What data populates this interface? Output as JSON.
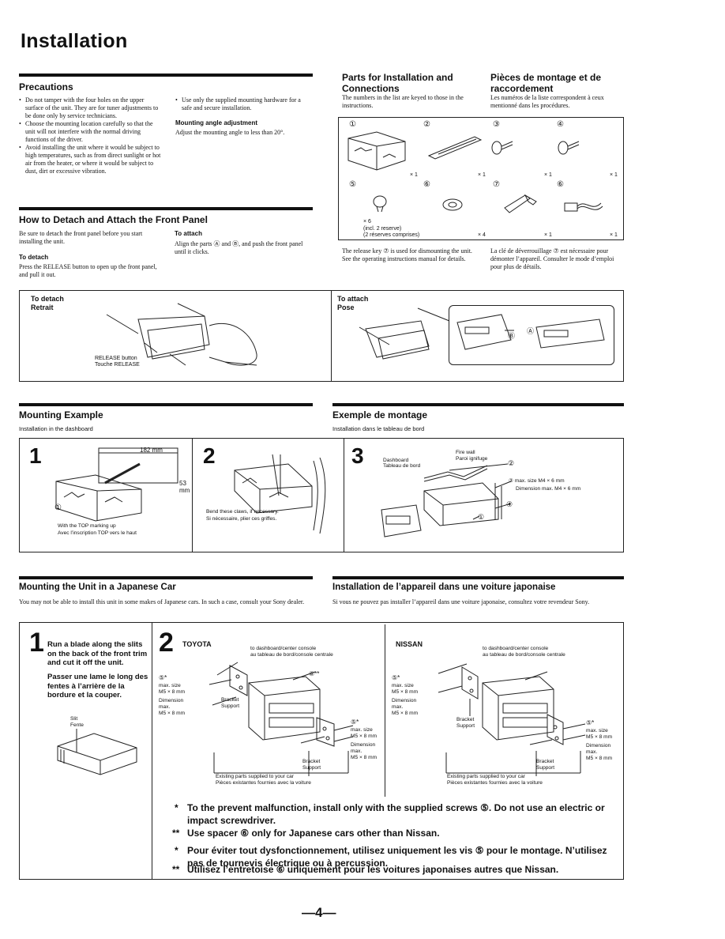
{
  "title": "Installation",
  "precautions": {
    "heading": "Precautions",
    "bullets_left": [
      "Do not tamper with the four holes on the upper surface of the unit. They are for tuner adjustments to be done only by service technicians.",
      "Choose the mounting location carefully so that the unit will not interfere with the normal driving functions of the driver.",
      "Avoid installing the unit where it would be subject to high temperatures, such as from direct sunlight or hot air from the heater, or where it would be subject to dust, dirt or excessive vibration."
    ],
    "bullets_right": [
      "Use only the supplied mounting hardware for a safe and secure installation."
    ],
    "angle_heading": "Mounting angle adjustment",
    "angle_text": "Adjust the mounting angle to less than 20°."
  },
  "parts": {
    "heading_en": "Parts for Installation and Connections",
    "text_en": "The numbers in the list are keyed to those in the instructions.",
    "heading_fr": "Pièces de montage et de raccordement",
    "text_fr": "Les numéros de la liste correspondent à ceux mentionné dans les procédures.",
    "row1_nums": [
      "①",
      "②",
      "③",
      "④"
    ],
    "row1_counts": [
      "× 1",
      "× 1",
      "× 1",
      "× 1"
    ],
    "row2_nums": [
      "⑤",
      "⑥",
      "⑦",
      "⑥"
    ],
    "row2_counts": [
      "× 4",
      "× 1",
      "× 1"
    ],
    "screw_qty": "× 6",
    "screw_incl": "(incl. 2 reserve)",
    "screw_incl_fr": "(2 réserves comprises)",
    "release_en": "The release key ⑦ is used for dismounting the unit. See the operating instructions manual for details.",
    "release_fr": "La clé de déverrouillage ⑦ est nécessaire pour démonter l’appareil. Consulter le mode d’emploi pour plus de détails."
  },
  "front_panel": {
    "heading": "How to Detach and Attach the Front Panel",
    "intro": "Be sure to detach the front panel before you start installing the unit.",
    "detach_heading": "To detach",
    "detach_text": "Press the RELEASE button to open up the front panel, and pull it out.",
    "attach_heading": "To attach",
    "attach_text": "Align the parts Ⓐ and Ⓑ, and push the front panel until it clicks.",
    "box_detach_en": "To detach",
    "box_detach_fr": "Retrait",
    "release_label_en": "RELEASE button",
    "release_label_fr": "Touche RELEASE",
    "box_attach_en": "To attach",
    "box_attach_fr": "Pose",
    "part_a": "Ⓐ",
    "part_b": "Ⓑ"
  },
  "mounting_example": {
    "heading_en": "Mounting Example",
    "sub_en": "Installation in the dashboard",
    "heading_fr": "Exemple de montage",
    "sub_fr": "Installation dans le tableau de bord",
    "step1": "1",
    "dim_w": "182 mm",
    "dim_h": "53 mm",
    "part1": "①",
    "top_mark_en": "With the TOP marking up",
    "top_mark_fr": "Avec l’inscription TOP vers le haut",
    "step2": "2",
    "claws_en": "Bend these claws, if necessary.",
    "claws_fr": "Si nécessaire, plier ces griffes.",
    "step3": "3",
    "dashboard_en": "Dashboard",
    "dashboard_fr": "Tableau de bord",
    "firewall_en": "Fire wall",
    "firewall_fr": "Paroi ignifuge",
    "part2": "②",
    "screw_en": "③ max. size M4 × 6 mm",
    "screw_fr": "Dimension max. M4 × 6 mm",
    "part4": "④",
    "part1b": "①"
  },
  "japanese_car": {
    "heading_en": "Mounting the Unit in a Japanese Car",
    "text_en": "You may not be able to install this unit in some makes of Japanese cars. In such a case, consult your Sony dealer.",
    "heading_fr": "Installation de l’appareil dans une voiture japonaise",
    "text_fr": "Si vous ne pouvez pas installer l’appareil dans une voiture japonaise, consultez votre revendeur Sony.",
    "step1": "1",
    "step1_en": "Run a blade along the slits on the back of the front trim and cut it off the unit.",
    "step1_fr": "Passer une lame le long des fentes à l’arrière de la bordure et la couper.",
    "slit_en": "Slit",
    "slit_fr": "Fente",
    "step2": "2",
    "toyota": "TOYOTA",
    "nissan": "NISSAN",
    "console_en": "to dashboard/center console",
    "console_fr": "au tableau de bord/console centrale",
    "screw_star": "⑤*",
    "screw_dstar": "⑥**",
    "maxsize": "max. size",
    "m5": "M5 × 8 mm",
    "dimension": "Dimension",
    "max": "max.",
    "bracket": "Bracket",
    "support": "Support",
    "existing_en": "Existing parts supplied to your car",
    "existing_fr": "Pièces existantes fournies avec la voiture",
    "note1_en": "To the prevent malfunction, install only with the supplied screws ⑤. Do not use an electric or impact screwdriver.",
    "note2_en": "Use spacer ⑥ only for Japanese cars other than Nissan.",
    "note1_fr": "Pour éviter tout dysfonctionnement, utilisez uniquement les vis ⑤ pour le montage. N’utilisez pas de tournevis électrique ou à percussion.",
    "note2_fr": "Utilisez l’entretoise ⑥ uniquement pour les voitures japonaises autres que Nissan.",
    "star": "*",
    "dstar": "**"
  },
  "page_number": "—4—"
}
